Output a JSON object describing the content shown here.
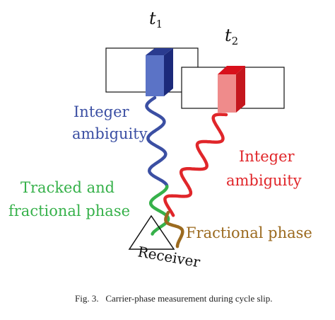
{
  "figure": {
    "times": {
      "t1": "t",
      "t1_sub": "1",
      "t2": "t",
      "t2_sub": "2"
    },
    "labels": {
      "integer_ambiguity_blue": [
        "Integer",
        "ambiguity"
      ],
      "tracked_fractional": [
        "Tracked and",
        "fractional phase"
      ],
      "integer_ambiguity_red": [
        "Integer",
        "ambiguity"
      ],
      "fractional_phase": "Fractional phase",
      "receiver": "Receiver"
    },
    "caption": "Fig. 3.   Carrier-phase measurement during cycle slip."
  },
  "colors": {
    "blue": "#3b4fa3",
    "green": "#36b14a",
    "red": "#e0262a",
    "brown": "#9b6a1f",
    "pink": "#e88a8a",
    "darkred": "#cc0a17"
  }
}
